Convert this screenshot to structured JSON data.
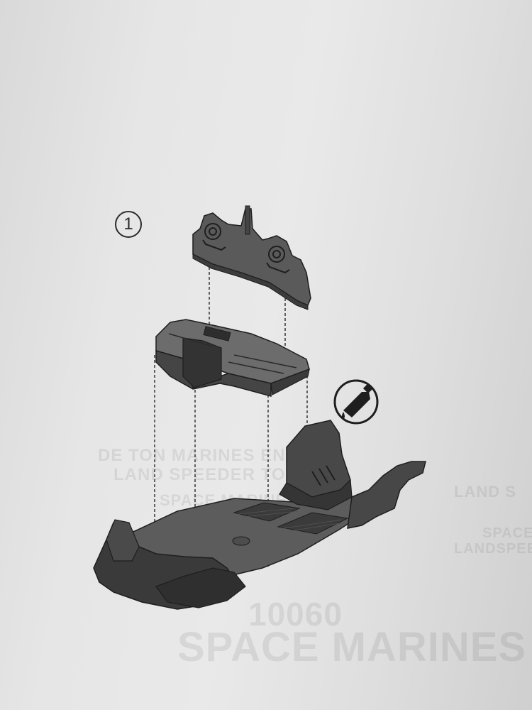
{
  "instruction_step": {
    "step_number": "1"
  },
  "background_text": {
    "line_a": "DE TON MARINES EN",
    "line_b": "LAND SPEEDER TO",
    "line_c": "SPACE MARINE",
    "line_d": "LAND S",
    "line_e": "SPACE",
    "line_f": "LANDSPEE",
    "line_g": "10060",
    "line_h": "SPACE MARINES"
  },
  "icons": {
    "glue": "glue-required-icon"
  },
  "colors": {
    "part_dark": "#3a3a3a",
    "part_mid": "#575757",
    "part_light": "#7a7a7a",
    "guide_line": "#2a2a2a"
  }
}
